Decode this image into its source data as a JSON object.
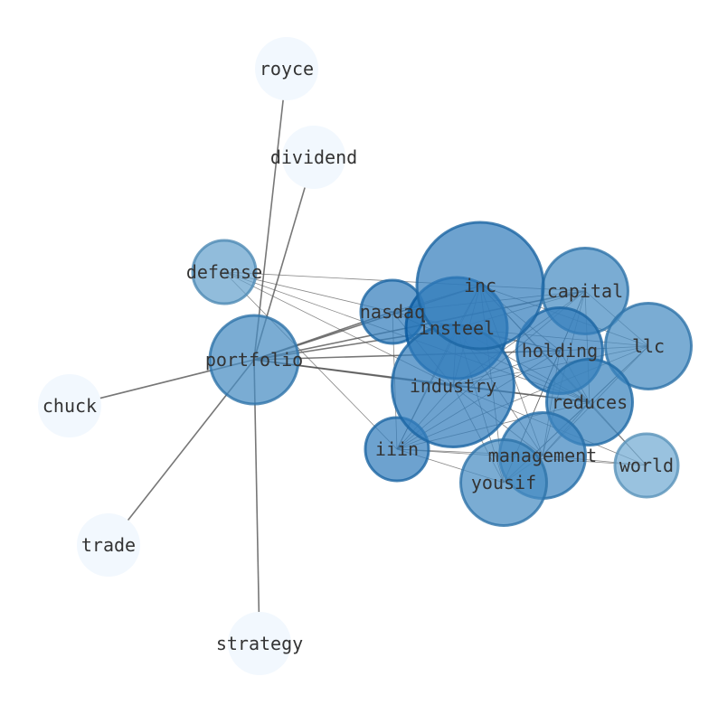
{
  "graph": {
    "colors": {
      "edge": "#555555",
      "node_stroke_dark": "#1f6fb4",
      "node_faint": "#f2f8fe",
      "label": "#333333"
    },
    "nodes": [
      {
        "id": "inc",
        "label": "inc",
        "weight": 1.0,
        "tone": 0.85
      },
      {
        "id": "capital",
        "label": "capital",
        "weight": 0.55,
        "tone": 0.7
      },
      {
        "id": "nasdaq",
        "label": "nasdaq",
        "weight": 0.3,
        "tone": 0.85
      },
      {
        "id": "insteel",
        "label": "insteel",
        "weight": 0.72,
        "tone": 1.0
      },
      {
        "id": "holding",
        "label": "holding",
        "weight": 0.55,
        "tone": 0.85
      },
      {
        "id": "llc",
        "label": "llc",
        "weight": 0.55,
        "tone": 0.7
      },
      {
        "id": "defense",
        "label": "defense",
        "weight": 0.3,
        "tone": 0.45
      },
      {
        "id": "portfolio",
        "label": "portfolio",
        "weight": 0.58,
        "tone": 0.7
      },
      {
        "id": "industry",
        "label": "industry",
        "weight": 0.95,
        "tone": 0.85
      },
      {
        "id": "reduces",
        "label": "reduces",
        "weight": 0.55,
        "tone": 0.8
      },
      {
        "id": "iiin",
        "label": "iiin",
        "weight": 0.3,
        "tone": 0.85
      },
      {
        "id": "management",
        "label": "management",
        "weight": 0.55,
        "tone": 0.75
      },
      {
        "id": "world",
        "label": "world",
        "weight": 0.3,
        "tone": 0.35
      },
      {
        "id": "yousif",
        "label": "yousif",
        "weight": 0.55,
        "tone": 0.7
      },
      {
        "id": "royce",
        "label": "royce",
        "weight": 0.3,
        "tone": 0.0
      },
      {
        "id": "dividend",
        "label": "dividend",
        "weight": 0.3,
        "tone": 0.0
      },
      {
        "id": "chuck",
        "label": "chuck",
        "weight": 0.3,
        "tone": 0.0
      },
      {
        "id": "trade",
        "label": "trade",
        "weight": 0.3,
        "tone": 0.0
      },
      {
        "id": "strategy",
        "label": "strategy",
        "weight": 0.3,
        "tone": 0.0
      }
    ],
    "edges": [
      [
        "portfolio",
        "royce"
      ],
      [
        "portfolio",
        "dividend"
      ],
      [
        "portfolio",
        "chuck"
      ],
      [
        "portfolio",
        "trade"
      ],
      [
        "portfolio",
        "strategy"
      ],
      [
        "portfolio",
        "nasdaq"
      ],
      [
        "portfolio",
        "inc"
      ],
      [
        "portfolio",
        "insteel"
      ],
      [
        "portfolio",
        "industry"
      ],
      [
        "portfolio",
        "capital"
      ],
      [
        "portfolio",
        "holding"
      ],
      [
        "portfolio",
        "reduces"
      ],
      [
        "defense",
        "nasdaq"
      ],
      [
        "defense",
        "inc"
      ],
      [
        "defense",
        "iiin"
      ],
      [
        "defense",
        "industry"
      ],
      [
        "defense",
        "reduces"
      ],
      [
        "inc",
        "capital"
      ],
      [
        "inc",
        "nasdaq"
      ],
      [
        "inc",
        "insteel"
      ],
      [
        "inc",
        "holding"
      ],
      [
        "inc",
        "llc"
      ],
      [
        "inc",
        "industry"
      ],
      [
        "inc",
        "reduces"
      ],
      [
        "inc",
        "iiin"
      ],
      [
        "inc",
        "management"
      ],
      [
        "inc",
        "yousif"
      ],
      [
        "inc",
        "world"
      ],
      [
        "capital",
        "nasdaq"
      ],
      [
        "capital",
        "insteel"
      ],
      [
        "capital",
        "holding"
      ],
      [
        "capital",
        "llc"
      ],
      [
        "capital",
        "industry"
      ],
      [
        "capital",
        "reduces"
      ],
      [
        "capital",
        "iiin"
      ],
      [
        "capital",
        "management"
      ],
      [
        "capital",
        "yousif"
      ],
      [
        "nasdaq",
        "insteel"
      ],
      [
        "nasdaq",
        "holding"
      ],
      [
        "nasdaq",
        "industry"
      ],
      [
        "nasdaq",
        "iiin"
      ],
      [
        "nasdaq",
        "reduces"
      ],
      [
        "insteel",
        "holding"
      ],
      [
        "insteel",
        "llc"
      ],
      [
        "insteel",
        "industry"
      ],
      [
        "insteel",
        "reduces"
      ],
      [
        "insteel",
        "iiin"
      ],
      [
        "insteel",
        "management"
      ],
      [
        "insteel",
        "yousif"
      ],
      [
        "holding",
        "llc"
      ],
      [
        "holding",
        "industry"
      ],
      [
        "holding",
        "reduces"
      ],
      [
        "holding",
        "iiin"
      ],
      [
        "holding",
        "management"
      ],
      [
        "holding",
        "yousif"
      ],
      [
        "llc",
        "industry"
      ],
      [
        "llc",
        "reduces"
      ],
      [
        "llc",
        "management"
      ],
      [
        "llc",
        "yousif"
      ],
      [
        "llc",
        "iiin"
      ],
      [
        "industry",
        "reduces"
      ],
      [
        "industry",
        "iiin"
      ],
      [
        "industry",
        "management"
      ],
      [
        "industry",
        "yousif"
      ],
      [
        "industry",
        "world"
      ],
      [
        "reduces",
        "management"
      ],
      [
        "reduces",
        "yousif"
      ],
      [
        "reduces",
        "world"
      ],
      [
        "reduces",
        "iiin"
      ],
      [
        "iiin",
        "management"
      ],
      [
        "iiin",
        "yousif"
      ],
      [
        "iiin",
        "world"
      ],
      [
        "management",
        "yousif"
      ],
      [
        "management",
        "world"
      ]
    ]
  }
}
